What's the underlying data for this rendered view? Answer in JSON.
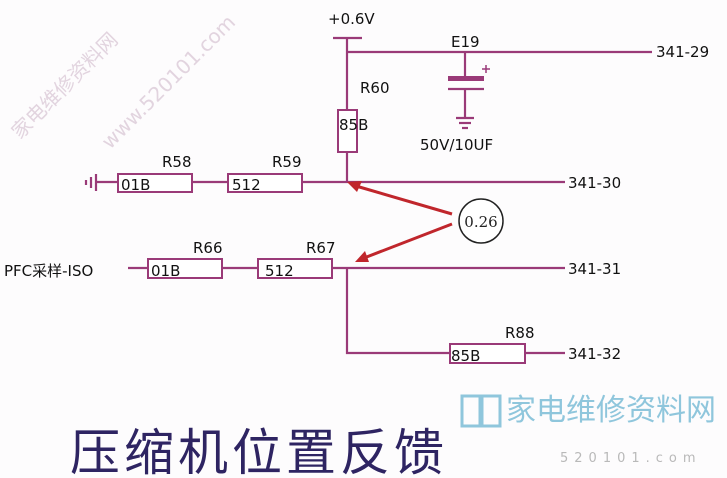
{
  "supply": {
    "label": "+0.6V"
  },
  "capacitor": {
    "ref": "E19",
    "value": "50V/10UF"
  },
  "resistors": {
    "r60": {
      "ref": "R60",
      "value": "85B"
    },
    "r58": {
      "ref": "R58",
      "value": "01B"
    },
    "r59": {
      "ref": "R59",
      "value": "512"
    },
    "r66": {
      "ref": "R66",
      "value": "01B"
    },
    "r67": {
      "ref": "R67",
      "value": "512"
    },
    "r88": {
      "ref": "R88",
      "value": "85B"
    }
  },
  "nets": {
    "n29": "341-29",
    "n30": "341-30",
    "n31": "341-31",
    "n32": "341-32",
    "input": "PFC采样-ISO"
  },
  "annotation": {
    "value": "0.26"
  },
  "title": "压缩机位置反馈",
  "watermark": {
    "site_cn": "家电维修资料网",
    "site_url": "www.520101.com",
    "logo_cn": "家电维修资料网",
    "logo_url": "520101.com"
  },
  "colors": {
    "wire": "#9a3a78",
    "arrow": "#c0262c",
    "title": "#2e2462",
    "logo": "#8fc6dc"
  }
}
